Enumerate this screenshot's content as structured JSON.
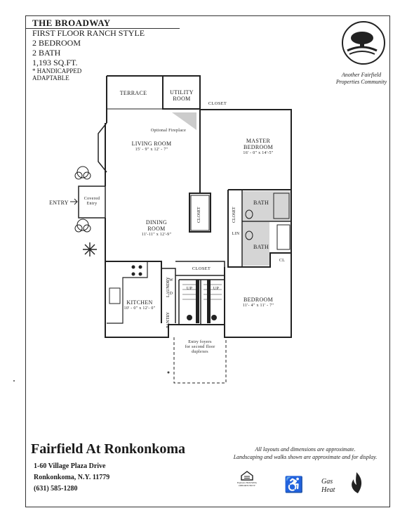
{
  "header": {
    "title": "THE BROADWAY",
    "line1": "FIRST FLOOR RANCH STYLE",
    "line2": "2 BEDROOM",
    "line3": "2 BATH",
    "line4": "1,193 SQ.FT.",
    "note1": "* HANDICAPPED",
    "note2": "ADAPTABLE"
  },
  "brand": {
    "tagline1": "Another Fairfield",
    "tagline2": "Properties Community"
  },
  "rooms": {
    "terrace": "TERRACE",
    "utility": "UTILITY",
    "utility2": "ROOM",
    "closet_top": "CLOSET",
    "fireplace": "Optional Fireplace",
    "living": "LIVING ROOM",
    "living_dim": "15' - 9\" x 12' - 7\"",
    "master": "MASTER",
    "master2": "BEDROOM",
    "master_dim": "16' - 0\" x 14'-5\"",
    "entry": "ENTRY",
    "covered": "Covered",
    "covered2": "Entry",
    "closet_left": "CLOSET",
    "closet_mid": "CLOSET",
    "bath1": "BATH",
    "bath2": "BATH",
    "lin": "LIN",
    "dining": "DINING",
    "dining2": "ROOM",
    "dining_dim": "11'-11\" x 12'-9\"",
    "cl": "CL",
    "closet_hall": "CLOSET",
    "laundry": "LAUNDRY",
    "w": "W",
    "d": "D",
    "up1": "UP",
    "up2": "UP",
    "kitchen": "KITCHEN",
    "kitchen_dim": "10' - 0\" x 12'- 0\"",
    "pantry": "PANTRY",
    "bedroom": "BEDROOM",
    "bedroom_dim": "11'- 4\" x 11' - 7\"",
    "foyer1": "Entry foyers",
    "foyer2": "for second floor",
    "foyer3": "duplexes"
  },
  "footer": {
    "community": "Fairfield At Ronkonkoma",
    "street": "1-60 Village Plaza Drive",
    "city": "Ronkonkoma, N.Y. 11779",
    "phone": "(631) 585-1280",
    "disc1": "All layouts and dimensions are approximate.",
    "disc2": "Landscaping and walks shown are approximate and for display.",
    "eho1": "EQUAL HOUSING",
    "eho2": "OPPORTUNITY",
    "gas1": "Gas",
    "gas2": "Heat"
  }
}
